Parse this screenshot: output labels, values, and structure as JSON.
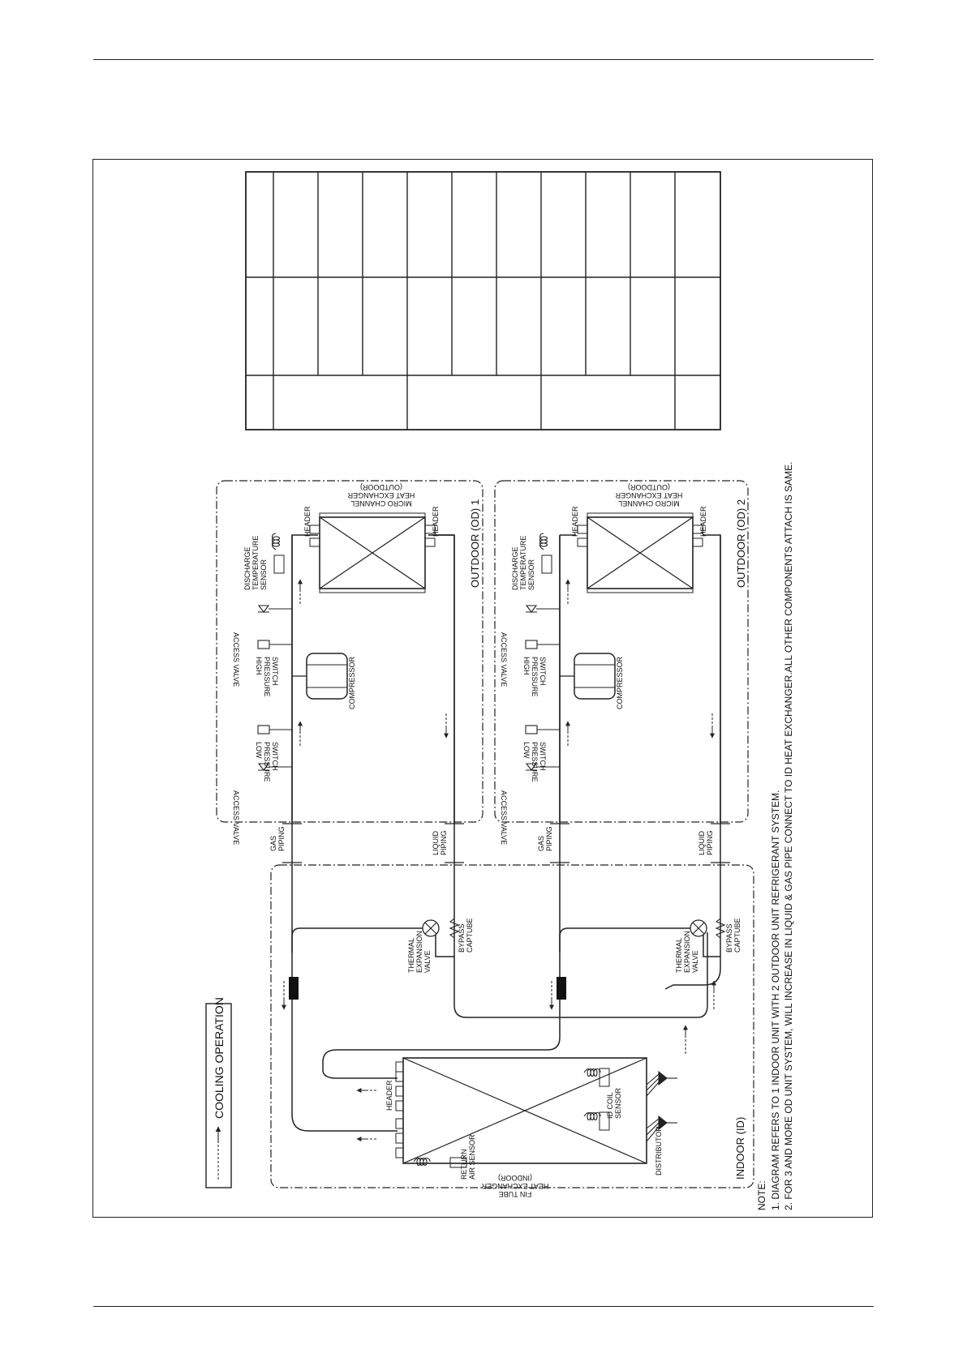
{
  "legend": {
    "label": "COOLING OPERATION"
  },
  "indoor": {
    "title": "INDOOR (ID)",
    "hex_lines": [
      "FIN TUBE",
      "HEAT EXCHANGER",
      "(INDOOR)"
    ],
    "header": "HEADER",
    "distributor": "DISTRIBUTOR",
    "return_sensor_lines": [
      "RETURN",
      "AIR SENSOR"
    ],
    "coil_sensor_lines": [
      "ID COIL",
      "SENSOR"
    ],
    "txv_lines": [
      "THERMAL",
      "EXPANSION",
      "VALVE"
    ],
    "bypass_lines": [
      "BYPASS",
      "CAPTUBE"
    ]
  },
  "piping": {
    "gas_lines": [
      "GAS",
      "PIPING"
    ],
    "liquid_lines": [
      "LIQUID",
      "PIPING"
    ]
  },
  "outdoor_units": [
    {
      "title": "OUTDOOR (OD) 1"
    },
    {
      "title": "OUTDOOR (OD) 2"
    }
  ],
  "outdoor_labels": {
    "access_valve": "ACCESS VALVE",
    "low_switch_lines": [
      "LOW",
      "PRESSURE",
      "SWITCH"
    ],
    "compressor": "COMPRESSOR",
    "high_switch_lines": [
      "HIGH",
      "PRESSURE",
      "SWITCH"
    ],
    "discharge_lines": [
      "DISCHARGE",
      "TEMPERATURE",
      "SENSOR"
    ],
    "header": "HEADER",
    "hex_lines": [
      "MICRO CHANNEL",
      "HEAT EXCHANGER",
      "(OUTDOOR)"
    ]
  },
  "notes": {
    "heading": "NOTE:",
    "items": [
      "1. DIAGRAM  REFERS  TO  1 INDOOR  UNIT  WITH  2  OUTDOOR  UNIT  REFRIGERANT  SYSTEM.",
      "2. FOR  3  AND  MORE  OD  UNIT  SYSTEM, WILL  INCREASE  IN  LIQUID  &  GAS  PIPE  CONNECT  TO  ID  HEAT  EXCHANGER.ALL  OTHER  COMPONENTS  ATTACH  IS  SAME."
    ]
  },
  "table": {
    "rows": 3,
    "columns": 10
  },
  "colors": {
    "line": "#222222",
    "paper": "#ffffff"
  }
}
